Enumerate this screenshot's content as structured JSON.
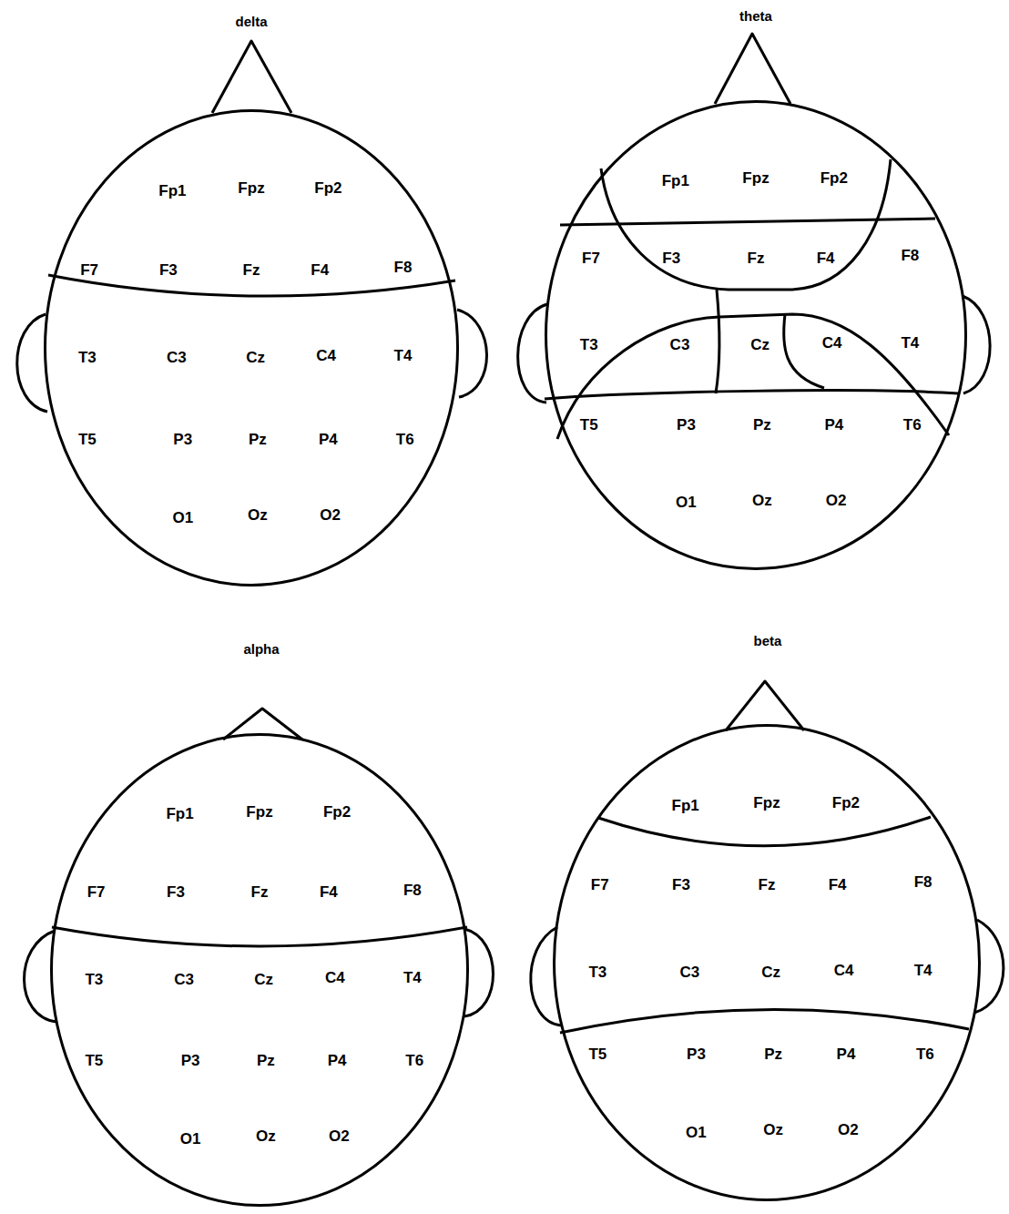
{
  "diagram": {
    "nodes": [
      {
        "text": [
          "delta"
        ]
      },
      {
        "text": [
          "theta"
        ]
      },
      {
        "text": [
          "alpha"
        ]
      },
      {
        "text": [
          "beta"
        ]
      }
    ],
    "labels": [
      "Fp1",
      "Fpz",
      "Fp2",
      "F7",
      "F3",
      "Fz",
      "F4",
      "F8",
      "T3",
      "C3",
      "Cz",
      "C4",
      "T4",
      "T5",
      "P3",
      "Pz",
      "P4",
      "T6",
      "O1",
      "Oz",
      "O2",
      "Fp1",
      "Fpz",
      "Fp2",
      "F7",
      "F3",
      "Fz",
      "F4",
      "F8",
      "T3",
      "C3",
      "Cz",
      "C4",
      "T4",
      "T5",
      "P3",
      "Pz",
      "P4",
      "T6",
      "O1",
      "Oz",
      "O2",
      "Fp1",
      "Fpz",
      "Fp2",
      "F7",
      "F3",
      "Fz",
      "F4",
      "F8",
      "T3",
      "C3",
      "Cz",
      "C4",
      "T4",
      "T5",
      "P3",
      "Pz",
      "P4",
      "T6",
      "O1",
      "Oz",
      "O2",
      "Fp1",
      "Fpz",
      "Fp2",
      "F7",
      "F3",
      "Fz",
      "F4",
      "F8",
      "T3",
      "C3",
      "Cz",
      "C4",
      "T4",
      "T5",
      "P3",
      "Pz",
      "P4",
      "T6",
      "O1",
      "Oz",
      "O2"
    ]
  }
}
